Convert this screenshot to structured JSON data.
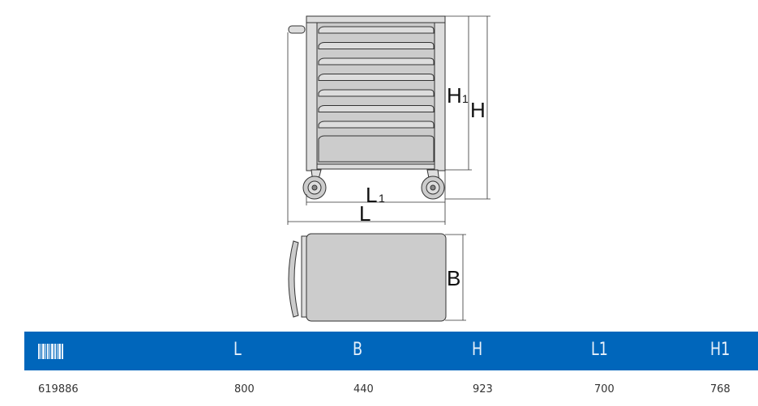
{
  "dimensions": {
    "L": "L",
    "L1_main": "L",
    "L1_sub": "1",
    "H": "H",
    "H1_main": "H",
    "H1_sub": "1",
    "B": "B"
  },
  "table": {
    "headers": {
      "barcode_icon": "barcode-icon",
      "L": "L",
      "B": "B",
      "H": "H",
      "L1": "L1",
      "H1": "H1"
    },
    "rows": [
      {
        "article": "619886",
        "L": "800",
        "B": "440",
        "H": "923",
        "L1": "700",
        "H1": "768"
      }
    ],
    "header_color": "#0066bb"
  }
}
